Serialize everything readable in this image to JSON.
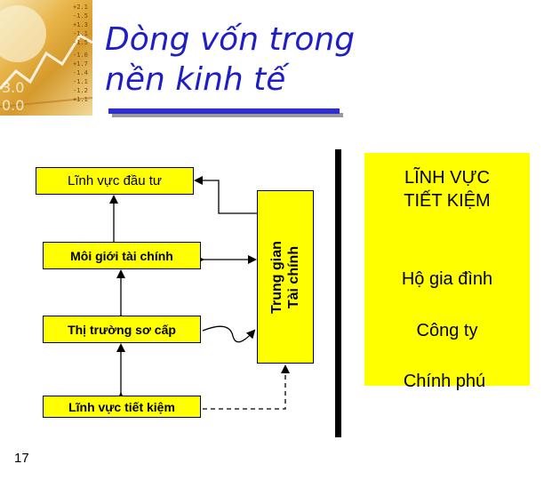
{
  "title": {
    "line1": "Dòng vốn trong",
    "line2": "nền kinh tế"
  },
  "diagram": {
    "investment_sector": "Lĩnh vực đầu tư",
    "financial_broker": "Môi giới tài chính",
    "primary_market": "Thị trường sơ cấp",
    "saving_sector": "Lĩnh vực tiết kiệm",
    "intermediary_line1": "Trung gian",
    "intermediary_line2": "Tài chính",
    "saving_panel": {
      "title_line1": "LĨNH VỰC",
      "title_line2": "TIẾT KIỆM",
      "items": [
        "Hộ gia đình",
        "Công ty",
        "Chính phú"
      ]
    }
  },
  "colors": {
    "title": "#1e1ec8",
    "box_fill": "#ffff00",
    "rule": "#2e2ed0"
  },
  "logo_numbers": [
    "+2.1",
    "-1.5",
    "+1.3",
    "-1.1",
    "-1.5",
    "-1.0",
    "+1.7",
    "-1.4",
    "-1.1",
    "-1.2",
    "+1.1",
    "3.0",
    "0.0"
  ],
  "page_number": "17"
}
